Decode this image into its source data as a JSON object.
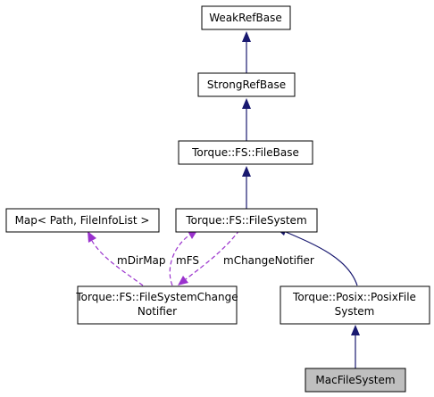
{
  "nodes": {
    "weak_ref_base": [
      "WeakRefBase"
    ],
    "strong_ref_base": [
      "StrongRefBase"
    ],
    "file_base": [
      "Torque::FS::FileBase"
    ],
    "map": [
      "Map< Path, FileInfoList >"
    ],
    "file_system": [
      "Torque::FS::FileSystem"
    ],
    "change_notifier": [
      "Torque::FS::FileSystemChange",
      "Notifier"
    ],
    "posix_file_system": [
      "Torque::Posix::PosixFile",
      "System"
    ],
    "mac_file_system": [
      "MacFileSystem"
    ]
  },
  "edge_labels": {
    "m_dir_map": "mDirMap",
    "m_fs": "mFS",
    "m_change_notifier": "mChangeNotifier"
  },
  "colors": {
    "inheritance": "#191970",
    "usage": "#9a32cd",
    "highlight_fill": "#bfbfbf"
  }
}
